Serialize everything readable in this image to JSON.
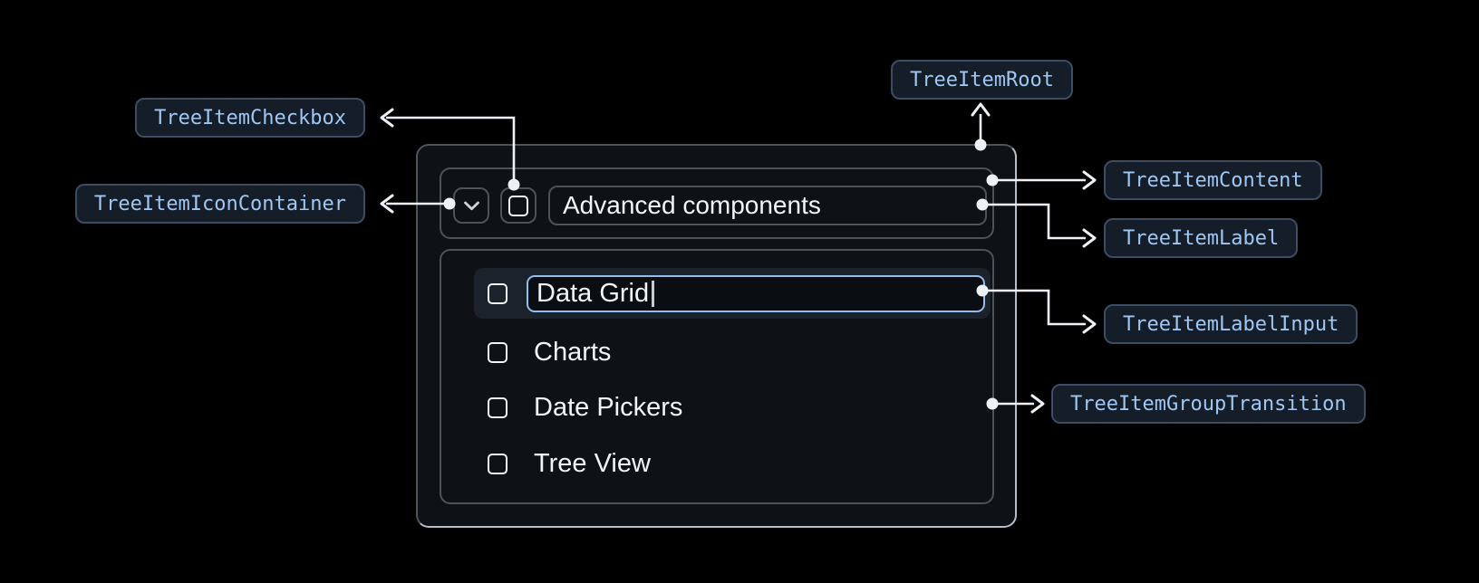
{
  "theme": {
    "page_bg": "#000000",
    "panel_bg": "#0e1217",
    "panel_border": "#4e545c",
    "panel_border_bright": "#b6bec9",
    "box_border": "#4c525a",
    "row_highlight_bg": "#1b222b",
    "input_bg": "#0a0e13",
    "accent_blue": "#93bdec",
    "text_primary": "#f2f5f8",
    "icon_color": "#ced4db",
    "connector": "#eef1f5",
    "badge_bg": "#151d28",
    "badge_border": "#3c4c61",
    "badge_text": "#9ec7f3",
    "caret_color": "#c6ccd3"
  },
  "annotations": {
    "checkbox": {
      "label": "TreeItemCheckbox"
    },
    "icon_container": {
      "label": "TreeItemIconContainer"
    },
    "root": {
      "label": "TreeItemRoot"
    },
    "content": {
      "label": "TreeItemContent"
    },
    "label": {
      "label": "TreeItemLabel"
    },
    "label_input": {
      "label": "TreeItemLabelInput"
    },
    "group_transition": {
      "label": "TreeItemGroupTransition"
    }
  },
  "tree": {
    "parent": {
      "label": "Advanced components",
      "expanded": true,
      "checked": false
    },
    "label_input": {
      "value": "Data Grid"
    },
    "children": [
      {
        "label": "Data Grid",
        "editing": true,
        "checked": false
      },
      {
        "label": "Charts",
        "checked": false
      },
      {
        "label": "Date Pickers",
        "checked": false
      },
      {
        "label": "Tree View",
        "checked": false
      }
    ]
  },
  "icons": {
    "expand_icon": "chevron-down",
    "checkbox_icon": "square-outline",
    "caret_icon": "text-cursor"
  }
}
